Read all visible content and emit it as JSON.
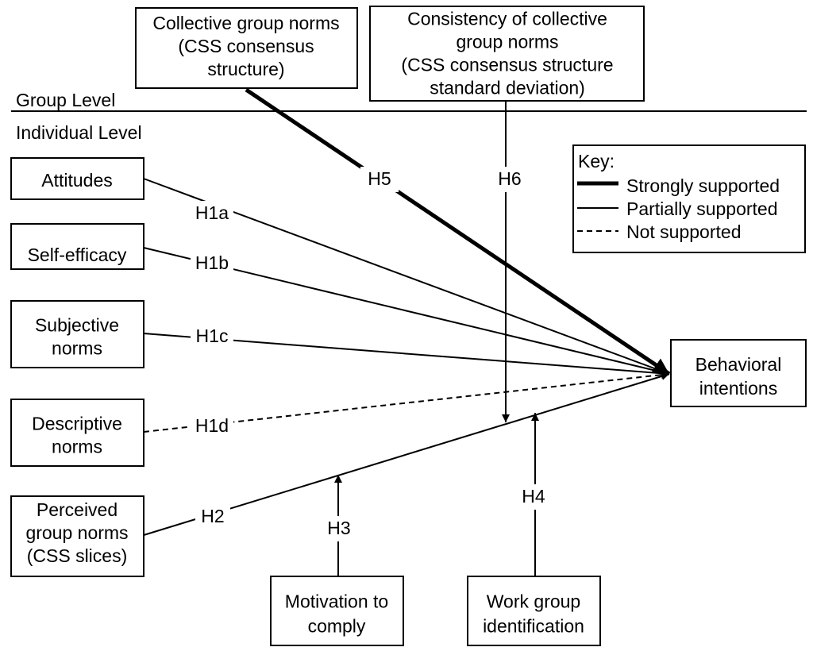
{
  "levels": {
    "group": "Group Level",
    "individual": "Individual Level"
  },
  "nodes": {
    "collective": [
      "Collective group norms",
      "(CSS consensus",
      "structure)"
    ],
    "consistency": [
      "Consistency of collective",
      "group norms",
      "(CSS consensus structure",
      "standard deviation)"
    ],
    "attitudes": [
      "Attitudes"
    ],
    "self_efficacy": [
      "Self-efficacy"
    ],
    "subjective": [
      "Subjective",
      "norms"
    ],
    "descriptive": [
      "Descriptive",
      "norms"
    ],
    "perceived": [
      "Perceived",
      "group norms",
      "(CSS slices)"
    ],
    "motivation": [
      "Motivation to",
      "comply"
    ],
    "work_group": [
      "Work group",
      "identification"
    ],
    "behavioral": [
      "Behavioral",
      "intentions"
    ]
  },
  "hypotheses": {
    "h1a": "H1a",
    "h1b": "H1b",
    "h1c": "H1c",
    "h1d": "H1d",
    "h2": "H2",
    "h3": "H3",
    "h4": "H4",
    "h5": "H5",
    "h6": "H6"
  },
  "paths": {
    "h1a": "partial",
    "h1b": "partial",
    "h1c": "partial",
    "h1d": "not",
    "h2": "partial",
    "h3": "partial",
    "h4": "partial",
    "h5": "strong",
    "h6": "partial"
  },
  "key": {
    "title": "Key:",
    "strong": "Strongly supported",
    "partial": "Partially supported",
    "not": "Not supported"
  }
}
